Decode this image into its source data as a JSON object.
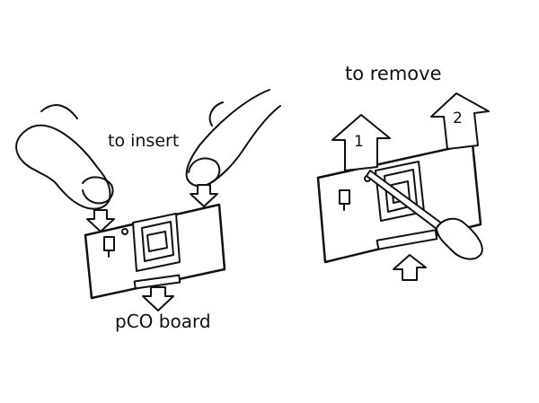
{
  "insert_panel": {
    "caption": "to insert",
    "board_caption": "pCO board"
  },
  "remove_panel": {
    "caption": "to remove",
    "arrow_1_label": "1",
    "arrow_2_label": "2"
  },
  "colors": {
    "line": "#111111",
    "fill": "#ffffff"
  }
}
